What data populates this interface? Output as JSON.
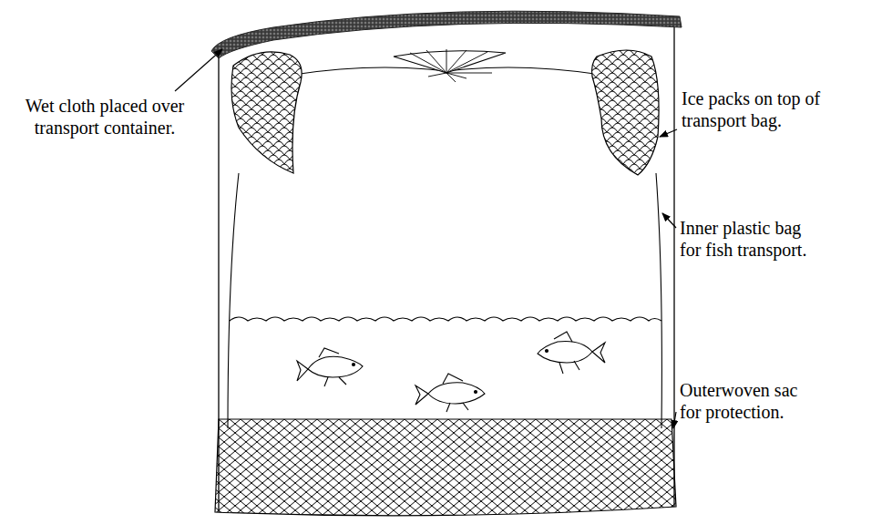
{
  "diagram": {
    "labels": [
      "Wet cloth placed over transport container.",
      "Ice packs on top of transport bag.",
      "Inner plastic bag for fish transport.",
      "Outerwoven sac for protection."
    ]
  }
}
